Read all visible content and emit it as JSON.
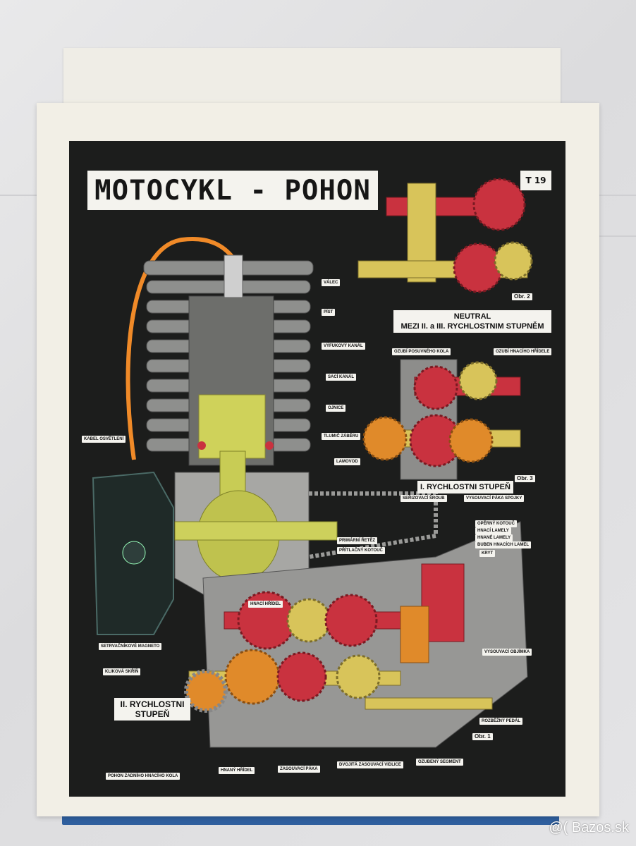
{
  "poster": {
    "title": "MOTOCYKL - POHON",
    "code": "T 19"
  },
  "captions": {
    "neutral_line1": "NEUTRAL",
    "neutral_line2": "MEZI II. a III. RYCHLOSTNIM STUPNĚM",
    "first_gear": "I. RYCHLOSTNI STUPEŇ",
    "second_gear_line1": "II. RYCHLOSTNI",
    "second_gear_line2": "STUPEŇ",
    "fig1": "Obr. 1",
    "fig2": "Obr. 2",
    "fig3": "Obr. 3"
  },
  "labels": {
    "valec": "VÁLEC",
    "pist": "PÍST",
    "vyfukovy_kanal": "VÝFUKOVÝ KANÁL",
    "saci_kanal": "SACÍ KANÁL",
    "ojnice": "OJNICE",
    "tlumic_zaberu": "TLUMIČ ZÁBĚRU",
    "lamovod": "LAMOVOD",
    "kabel_osvetleni": "KABEL OSVĚTLENÍ",
    "ozubi_posuvneho_kola": "OZUBÍ POSUVNÉHO KOLA",
    "ozubi_hnaciho_hridele": "OZUBÍ HNACÍHO HŘÍDELE",
    "serizovaci_sroub": "SEŘIZOVACÍ ŠROUB",
    "vysouvaci_paka_spojky": "VYSOUVACÍ PÁKA SPOJKY",
    "operny_kotouc": "OPĚRNÝ KOTOUČ",
    "hnaci_lamely": "HNACÍ LAMELY",
    "hnane_lamely": "HNANÉ LAMELY",
    "buben_hnacich_lamel": "BUBEN HNACÍCH LAMEL",
    "kryt": "KRYT",
    "primarni_retez": "PRIMÁRNÍ ŘETĚZ",
    "pritlacny_kotouc": "PŘÍTLAČNÝ KOTOUČ",
    "hnaci_hridel": "HNACÍ HŘÍDEL",
    "setrvacnikove_magneto": "SETRVAČNÍKOVÉ MAGNETO",
    "klikova_skrin": "KLIKOVÁ SKŘÍŇ",
    "vysouvaci_objimka": "VYSOUVACÍ OBJÍMKA",
    "rozbezny_pedal": "ROZBĚŽNÝ PEDÁL",
    "pohon_zadniho": "POHON ZADNÍHO HNACÍHO KOLA",
    "hnany_hridel": "HNANÝ HŘÍDEL",
    "zasouvaci_paka": "ZASOUVACÍ PÁKA",
    "dvojita_zasouvaci_vidlice": "DVOJITÁ ZASOUVACÍ VIDLICE",
    "ozubeny_segment": "OZUBENÝ SEGMENT"
  },
  "watermark": "@( Bazos.sk",
  "colors": {
    "poster_bg": "#1c1d1c",
    "gear_red": "#c9323f",
    "gear_yellow": "#d8c45a",
    "gear_orange": "#e08a2a",
    "casing_grey": "#9a9a98",
    "cover_blue": "#2f5f9e"
  }
}
